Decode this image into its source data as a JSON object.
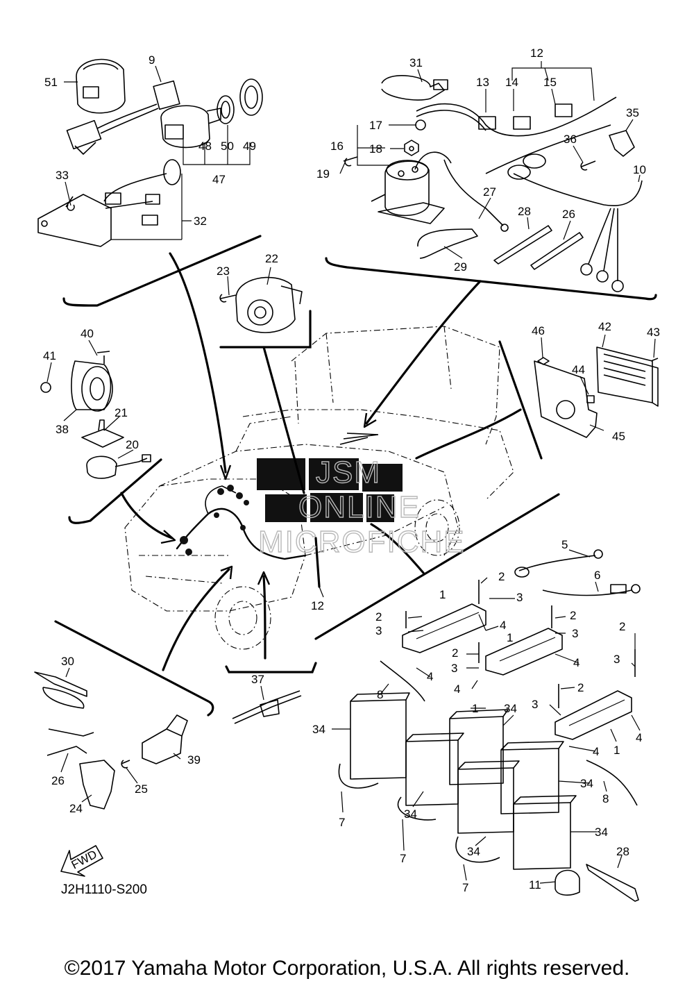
{
  "diagram": {
    "drawing_code": "J2H1110-S200",
    "fwd_label": "FWD",
    "watermark": [
      "JSM",
      "ONLINE",
      "MICROFICHE"
    ],
    "copyright": "©2017 Yamaha Motor Corporation, U.S.A. All rights reserved.",
    "callouts": [
      "1",
      "2",
      "3",
      "4",
      "5",
      "6",
      "7",
      "8",
      "9",
      "10",
      "11",
      "12",
      "13",
      "14",
      "15",
      "16",
      "17",
      "18",
      "19",
      "20",
      "21",
      "22",
      "23",
      "24",
      "25",
      "26",
      "27",
      "28",
      "29",
      "30",
      "31",
      "32",
      "33",
      "34",
      "35",
      "36",
      "37",
      "38",
      "39",
      "40",
      "41",
      "42",
      "43",
      "44",
      "45",
      "46",
      "47",
      "48",
      "49",
      "50",
      "51"
    ]
  }
}
